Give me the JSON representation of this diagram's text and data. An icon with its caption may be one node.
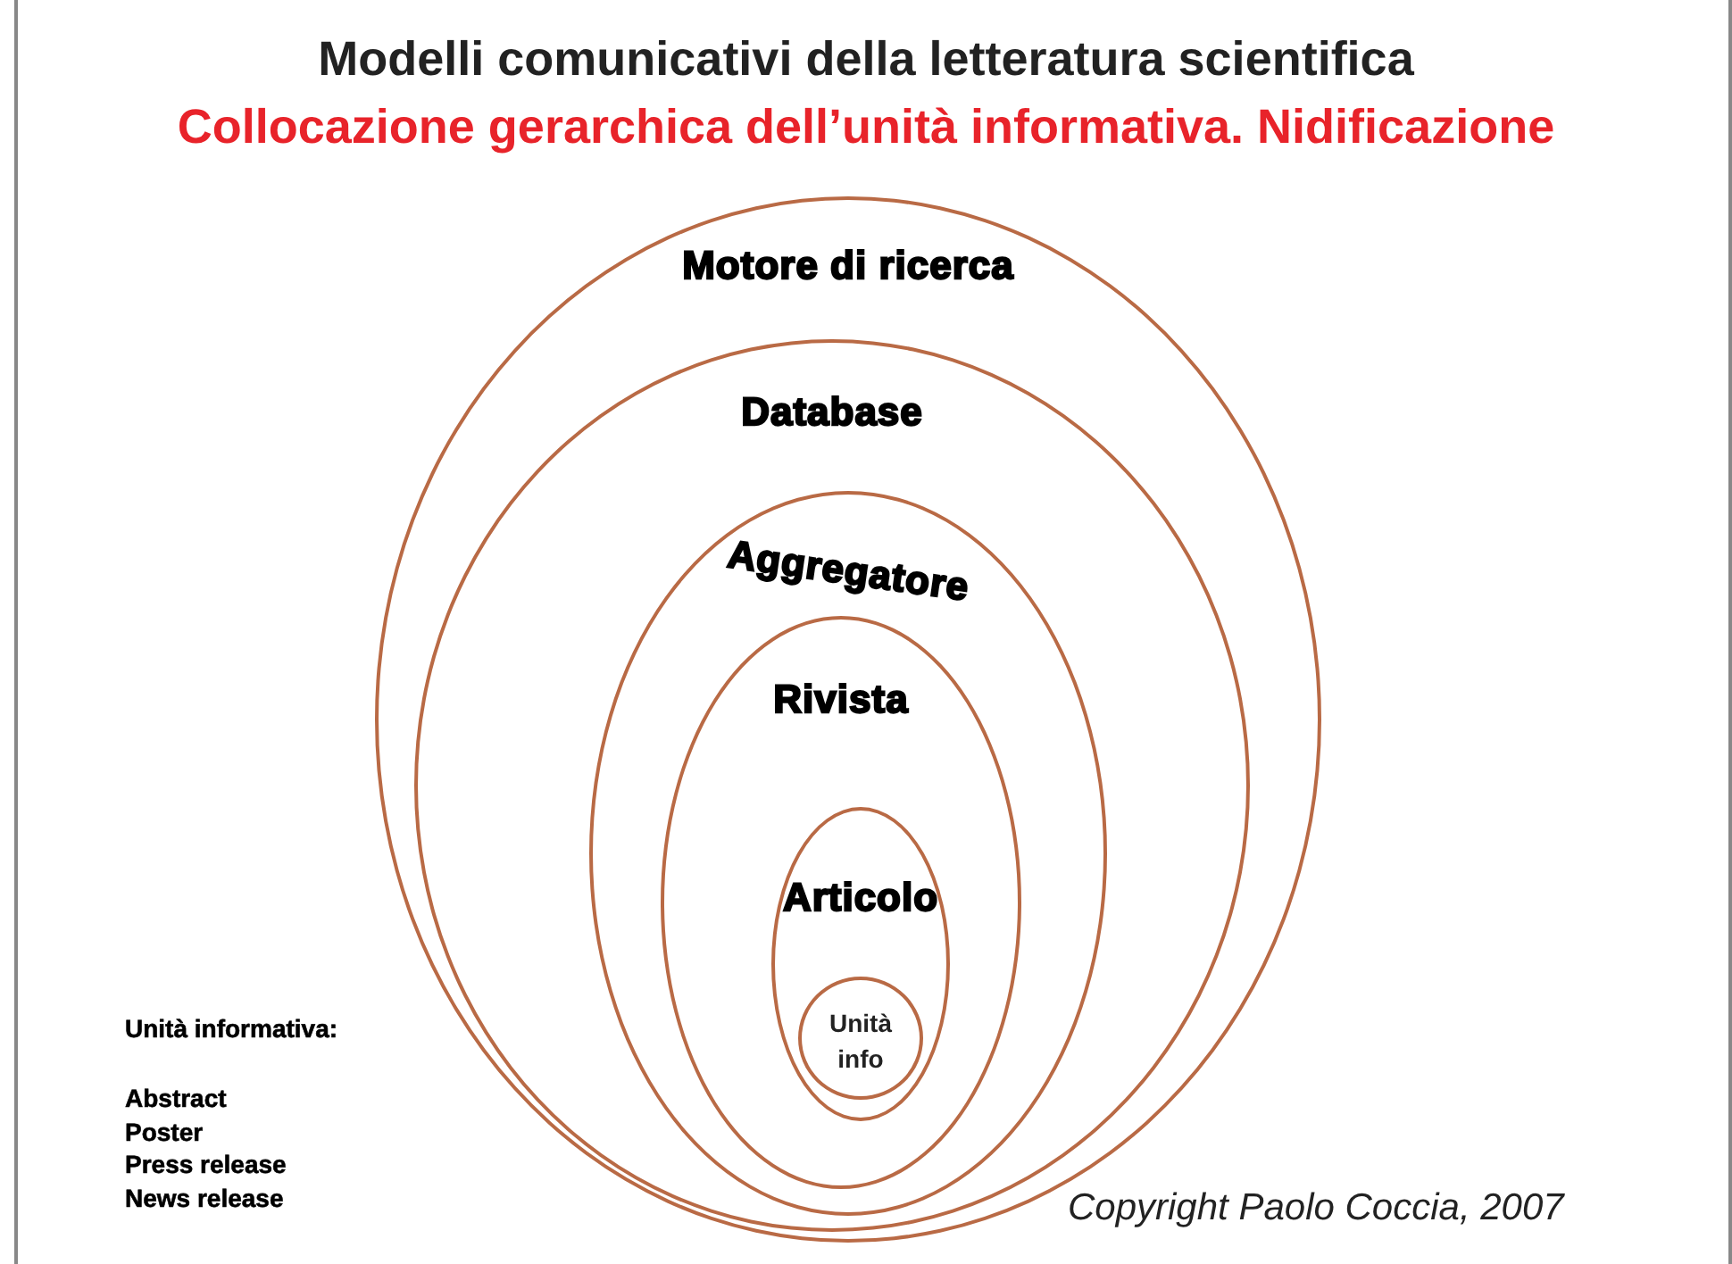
{
  "diagram": {
    "title": "Modelli comunicativi della letteratura scientifica",
    "nodes": [
      {
        "text": [
          "Motore di ricerca"
        ]
      },
      {
        "text": [
          "Database"
        ],
        "in": 0
      },
      {
        "text": [
          "Aggregatore"
        ],
        "in": 1
      },
      {
        "text": [
          "Rivista"
        ],
        "in": 2
      },
      {
        "text": [
          "Articolo"
        ],
        "in": 3
      },
      {
        "text": [
          "Unità info"
        ],
        "in": 4
      }
    ],
    "labels": [
      "Collocazione gerarchica dell’unità informativa. Nidificazione",
      "Unità informativa:",
      "Abstract",
      "Poster",
      "Press release",
      "News release",
      "Copyright Paolo Coccia, 2007"
    ]
  }
}
